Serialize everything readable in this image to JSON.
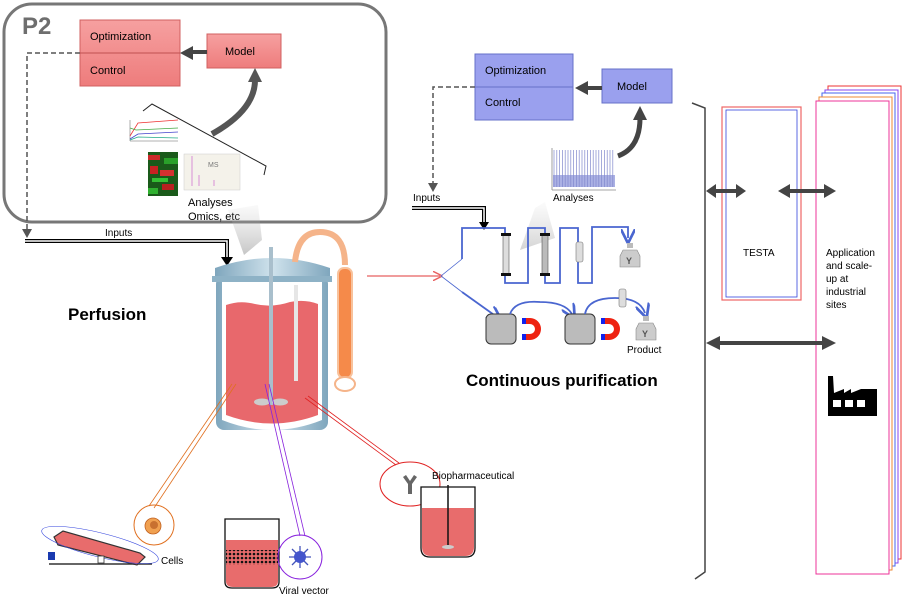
{
  "p2_panel": {
    "label": "P2",
    "optimization": "Optimization",
    "control": "Control",
    "model": "Model",
    "analyses_line1": "Analyses",
    "analyses_line2": "Omics, etc",
    "ms_label": "MS",
    "box_color": "#f08a8a"
  },
  "inputs_left": "Inputs",
  "perfusion": "Perfusion",
  "purification_panel": {
    "optimization": "Optimization",
    "control": "Control",
    "model": "Model",
    "analyses": "Analyses",
    "inputs": "Inputs",
    "product": "Product",
    "title": "Continuous purification",
    "box_color": "#9aa0ee"
  },
  "testa": "TESTA",
  "application": {
    "line1": "Application",
    "line2": "and scale-",
    "line3": "up at",
    "line4": "industrial",
    "line5": "sites"
  },
  "outputs": {
    "cells": "Cells",
    "viral_vector": "Viral vector",
    "biopharmaceutical": "Biopharmaceutical"
  }
}
